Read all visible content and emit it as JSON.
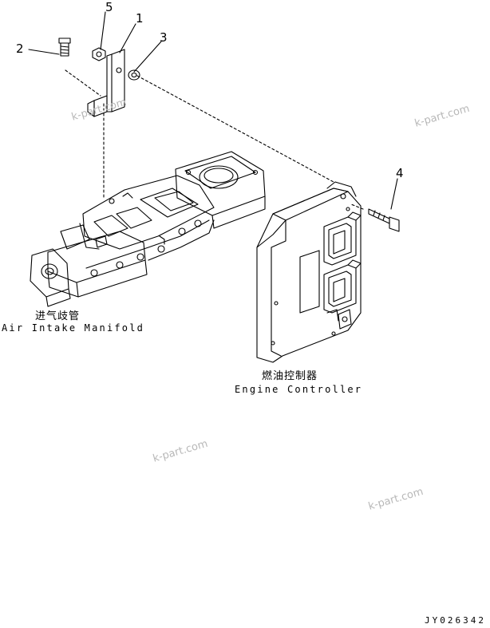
{
  "callouts": {
    "c1": "1",
    "c2": "2",
    "c3": "3",
    "c4": "4",
    "c5": "5"
  },
  "labels": {
    "manifold_cn": "进气歧管",
    "manifold_en": "Air Intake Manifold",
    "controller_cn": "燃油控制器",
    "controller_en": "Engine Controller"
  },
  "watermark": {
    "text": "k-part.com"
  },
  "drawing_code": "JY026342"
}
